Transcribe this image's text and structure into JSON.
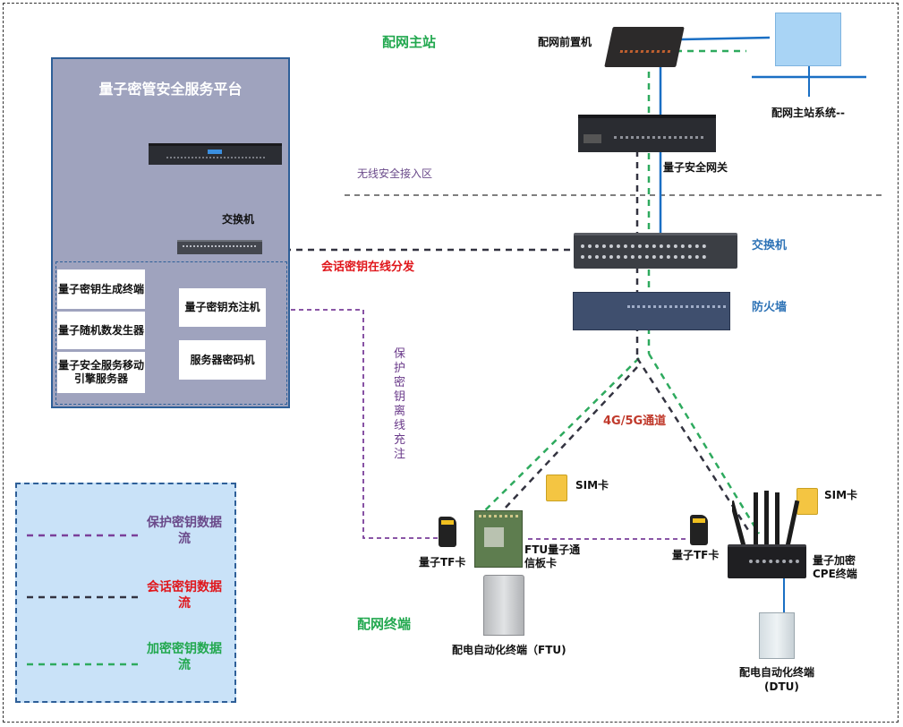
{
  "zones": {
    "main_station": "配网主站",
    "wireless_zone": "无线安全接入区",
    "terminal": "配网终端"
  },
  "platform": {
    "title": "量子密管安全服务平台",
    "switch": "交换机",
    "items_left": [
      "量子密钥生成终端",
      "量子随机数发生器",
      "量子安全服务移动引擎服务器"
    ],
    "items_right": [
      "量子密钥充注机",
      "服务器密码机"
    ]
  },
  "devices": {
    "front_end": "配网前置机",
    "master_system": "配网主站系统--",
    "gateway": "量子安全网关",
    "switch": "交换机",
    "firewall": "防火墙"
  },
  "links": {
    "session_dist": "会话密钥在线分发",
    "offline_charge": "保护密钥离线充注",
    "channel": "4G/5G通道"
  },
  "terminals": {
    "sim_1": "SIM卡",
    "sim_2": "SIM卡",
    "tf_1": "量子TF卡",
    "tf_2": "量子TF卡",
    "ftu_card": "FTU量子通信板卡",
    "cpe": "量子加密CPE终端",
    "ftu": "配电自动化终端（FTU)",
    "dtu_name": "配电自动化终端",
    "dtu_code": "(DTU)"
  },
  "legend": {
    "protect": "保护密钥数据流",
    "session": "会话密钥数据流",
    "encrypt": "加密密钥数据流"
  },
  "colors": {
    "protect": "#7a3f9a",
    "session": "#333340",
    "encrypt": "#2eaa5e",
    "link_blue": "#1a6fc4",
    "green_title": "#22a84f",
    "red_label": "#e0161b"
  }
}
